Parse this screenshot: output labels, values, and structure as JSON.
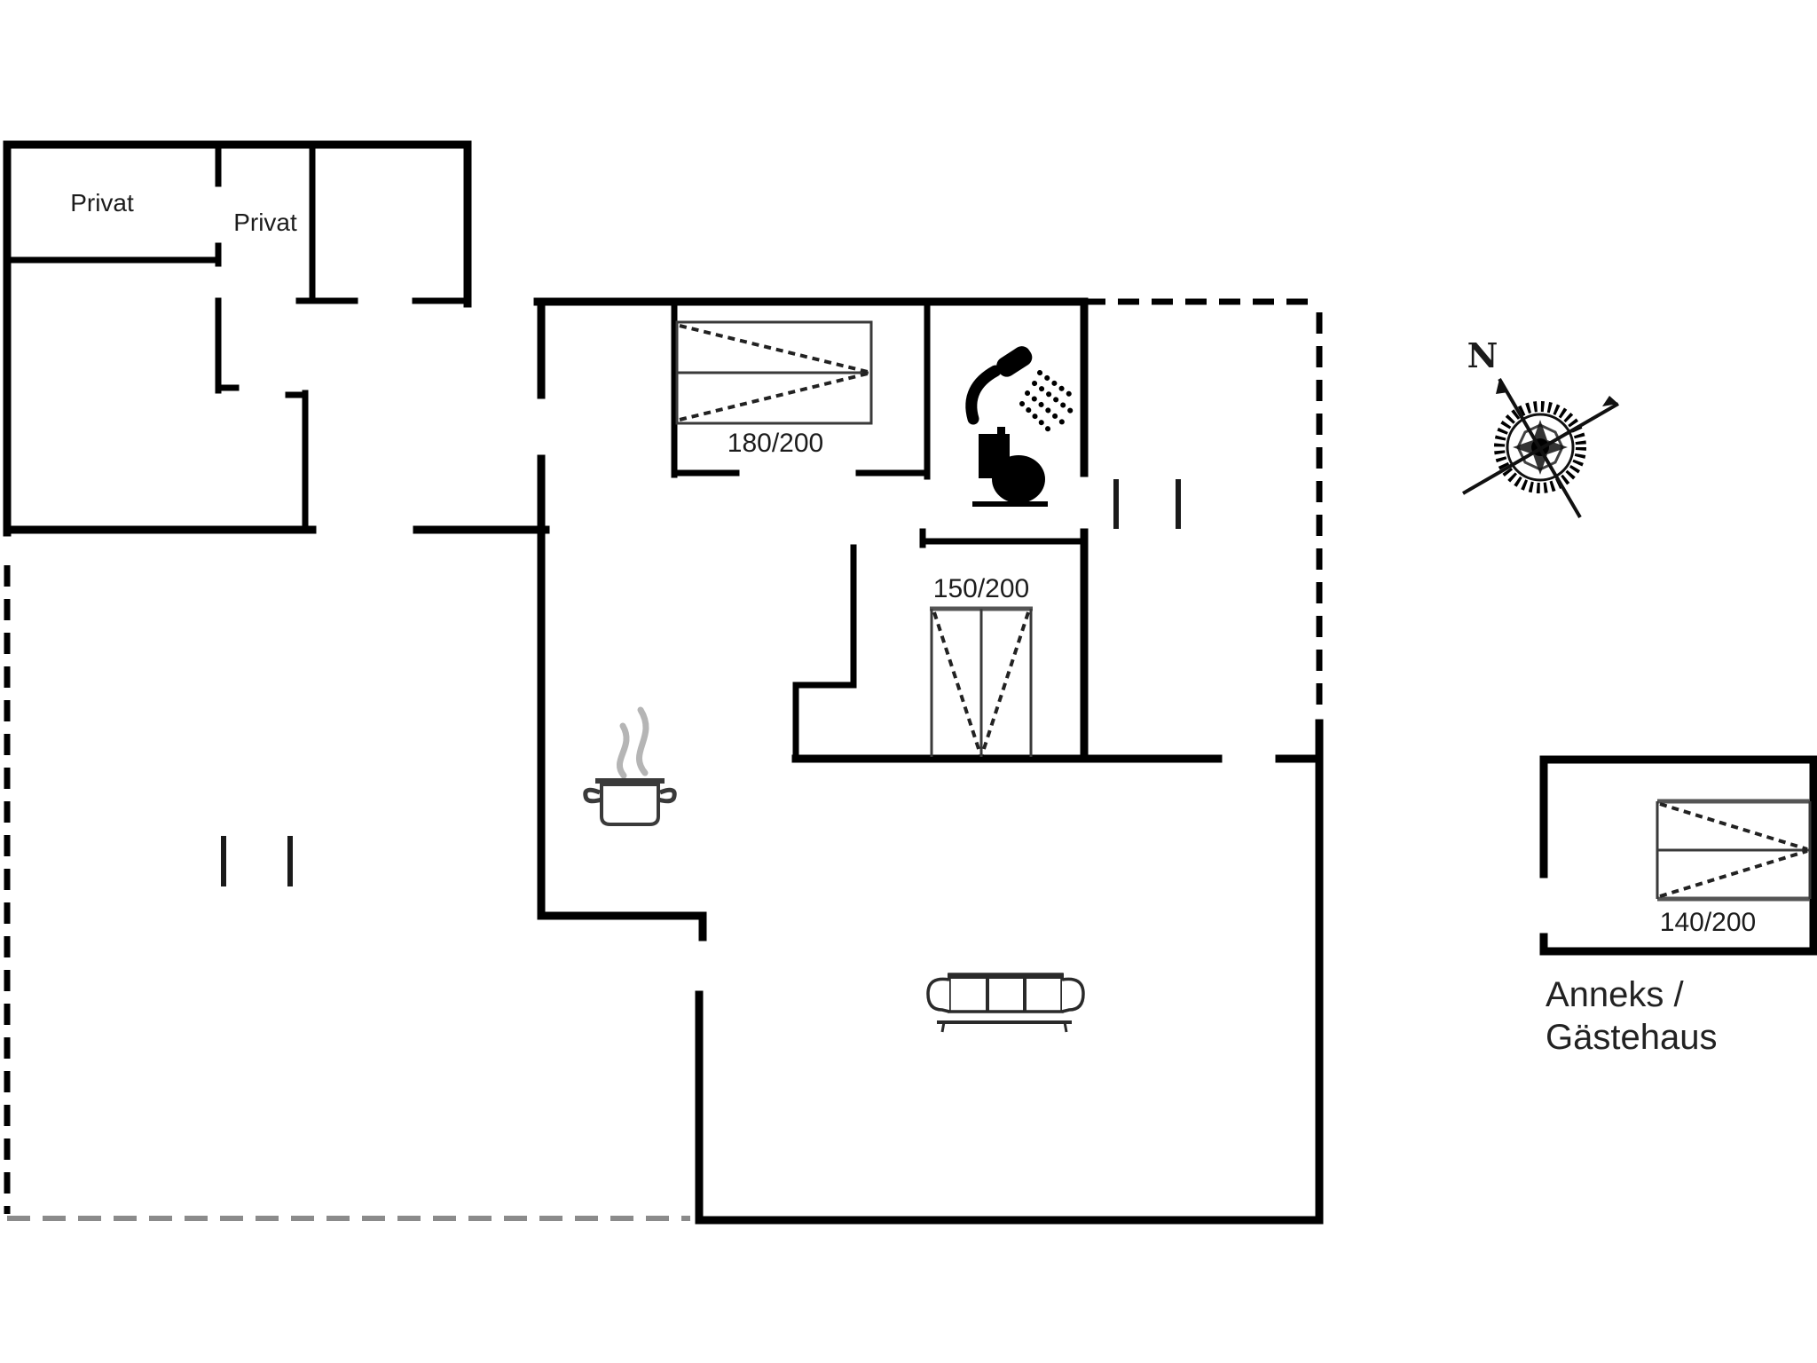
{
  "floor_plan": {
    "labels": {
      "private_room_1": "Privat",
      "private_room_2": "Privat",
      "bed_main": "180/200",
      "bed_second": "150/200",
      "bed_annex": "140/200",
      "compass_north": "N",
      "annex_line1": "Anneks /",
      "annex_line2": "Gästehaus"
    },
    "colors": {
      "wall": "#000000",
      "furniture": "#3a3a3a",
      "steam": "#b5b5b5",
      "terrace_dash": "#8b8b8b",
      "text": "#1c1c1c"
    }
  }
}
